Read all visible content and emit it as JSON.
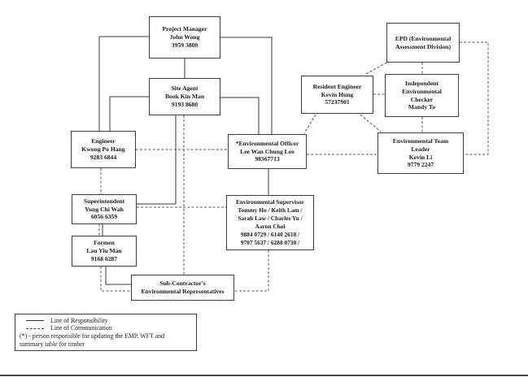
{
  "diagram": {
    "boxes": {
      "project_manager": {
        "lines": [
          "Project Manager",
          "John Wong",
          "3959 3800"
        ]
      },
      "site_agent": {
        "lines": [
          "Site Agent",
          "Book Kin Man",
          "9193 8680"
        ]
      },
      "epd": {
        "lines": [
          "EPD (Environmental",
          "Assessment Division)"
        ]
      },
      "resident_engineer": {
        "lines": [
          "Resident Engineer",
          "Kevin Hung",
          "57237901"
        ]
      },
      "independent_checker": {
        "lines": [
          "Independent",
          "Environmental",
          "Checker",
          "Mandy To"
        ]
      },
      "engineer": {
        "lines": [
          "Engineer",
          "Kwong Po Hang",
          "9283 6844"
        ]
      },
      "environmental_officer": {
        "lines": [
          "*Environmental Officer",
          "Lee Wan Chung Leo",
          "98367713"
        ]
      },
      "environmental_team_leader": {
        "lines": [
          "Environmental Team",
          "Leader",
          "Kevin Li",
          "9779 2247"
        ]
      },
      "superintendent": {
        "lines": [
          "Superintendent",
          "Yung Chi Wah",
          "6056 6359"
        ]
      },
      "environmental_supervisor": {
        "lines": [
          "Environmental Supervisor",
          "Tommy Ho / Keith Lam /",
          "Sarah Law / Charles Yu /",
          "Aaron Choi",
          "9884 0729 / 6140 2618 /",
          "9707 5637 / 6288 0738 /"
        ]
      },
      "formen": {
        "lines": [
          "Formen",
          "Lau Yiu Man",
          "9168 6287"
        ]
      },
      "sub_contractor": {
        "lines": [
          "Sub-Contractor's",
          "Environmental Representatives"
        ]
      }
    },
    "legend": {
      "responsibility_label": "Line of Responsibility",
      "communication_label": "Line of Communication",
      "note_line1": "(*) - person responsible for updating the EMP, WFT and",
      "note_line2": "summary table for timber"
    },
    "colors": {
      "line_solid": "#3a3a3a",
      "line_dashed": "#555555",
      "text": "#1c1c1c",
      "background": "#ffffff"
    }
  }
}
